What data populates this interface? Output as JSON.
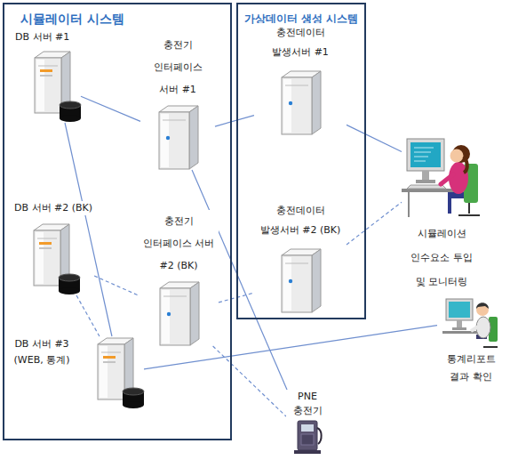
{
  "diagram": {
    "nodes": [
      {
        "text": [
          "시뮬레이터 시스템"
        ]
      },
      {
        "text": [
          "DB 서버 #1"
        ],
        "in": 0
      },
      {
        "text": [
          "충전기 인터페이스 서버 #1"
        ],
        "in": 0
      },
      {
        "text": [
          "가상데이터 생성 시스템"
        ]
      },
      {
        "text": [
          "충전데이터 발생서버 #1"
        ],
        "in": 3
      },
      {
        "text": [
          "시뮬레이션 인수요소 투입 및 모니터링"
        ]
      },
      {
        "text": [
          "DB 서버 #2 (BK)"
        ],
        "in": 0
      },
      {
        "text": [
          "충전기 인터페이스 서버 #2 (BK)"
        ],
        "in": 0
      },
      {
        "text": [
          "충전데이터 발생서버 #2 (BK)"
        ],
        "in": 3
      },
      {
        "text": [
          "DB 서버 #3 (WEB, 통계)"
        ],
        "in": 0
      },
      {
        "text": [
          "통계리포트 결과 확인"
        ]
      },
      {
        "text": [
          "PNE 충전기"
        ]
      }
    ],
    "edges": [
      {
        "from": 1,
        "to": 2,
        "arrow": "none"
      },
      {
        "from": 2,
        "to": 4,
        "arrow": "none"
      },
      {
        "from": 4,
        "to": 5,
        "arrow": "none"
      },
      {
        "from": 2,
        "to": 11,
        "arrow": "none"
      },
      {
        "from": 1,
        "to": 9,
        "arrow": "none"
      },
      {
        "from": 9,
        "to": 10,
        "arrow": "none"
      },
      {
        "from": 6,
        "to": 7,
        "arrow": "none"
      },
      {
        "from": 7,
        "to": 8,
        "arrow": "none"
      },
      {
        "from": 8,
        "to": 5,
        "arrow": "none"
      },
      {
        "from": 7,
        "to": 11,
        "arrow": "none"
      },
      {
        "from": 6,
        "to": 9,
        "arrow": "none"
      }
    ]
  }
}
